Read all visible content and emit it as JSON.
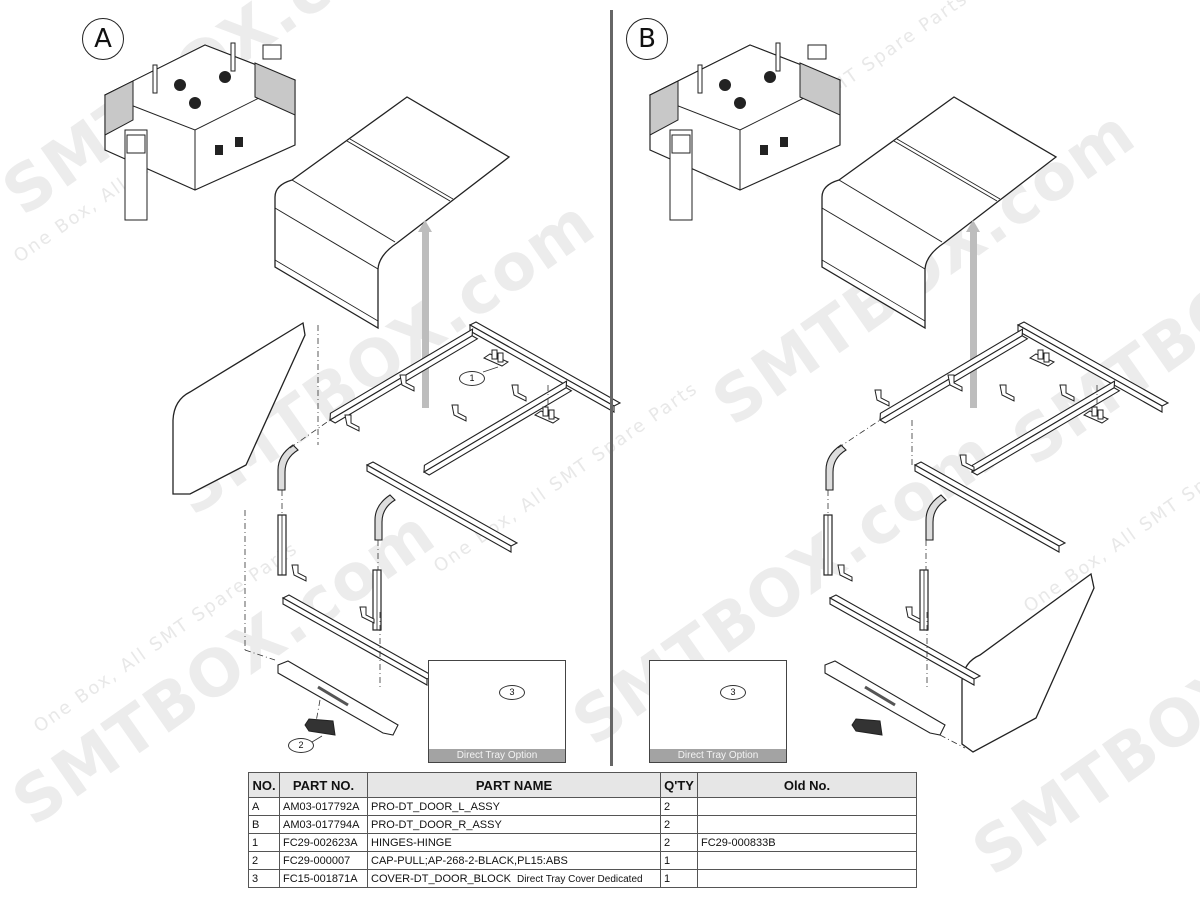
{
  "panels": {
    "a": {
      "label": "A",
      "inset_caption": "Direct Tray Option",
      "callouts": [
        "1",
        "2",
        "3"
      ]
    },
    "b": {
      "label": "B",
      "inset_caption": "Direct Tray Option",
      "callouts": [
        "3"
      ]
    }
  },
  "watermark": {
    "brand": "SMTBOX.com",
    "tagline": "One Box, All SMT Spare Parts"
  },
  "colors": {
    "line": "#222222",
    "shaded_panel": "#c8c8c8",
    "assembly_arrow": "#bdbdbd",
    "caption_bar": "#a3a3a3",
    "table_header_bg": "#e6e6e6"
  },
  "table": {
    "headers": [
      "NO.",
      "PART NO.",
      "PART NAME",
      "Q'TY",
      "Old No."
    ],
    "rows": [
      {
        "no": "A",
        "part_no": "AM03-017792A",
        "part_name": "PRO-DT_DOOR_L_ASSY",
        "note": "",
        "qty": "2",
        "old_no": ""
      },
      {
        "no": "B",
        "part_no": "AM03-017794A",
        "part_name": "PRO-DT_DOOR_R_ASSY",
        "note": "",
        "qty": "2",
        "old_no": ""
      },
      {
        "no": "1",
        "part_no": "FC29-002623A",
        "part_name": "HINGES-HINGE",
        "note": "",
        "qty": "2",
        "old_no": "FC29-000833B"
      },
      {
        "no": "2",
        "part_no": "FC29-000007",
        "part_name": "CAP-PULL;AP-268-2-BLACK,PL15:ABS",
        "note": "",
        "qty": "1",
        "old_no": ""
      },
      {
        "no": "3",
        "part_no": "FC15-001871A",
        "part_name": "COVER-DT_DOOR_BLOCK",
        "note": "Direct Tray Cover Dedicated",
        "qty": "1",
        "old_no": ""
      }
    ]
  }
}
